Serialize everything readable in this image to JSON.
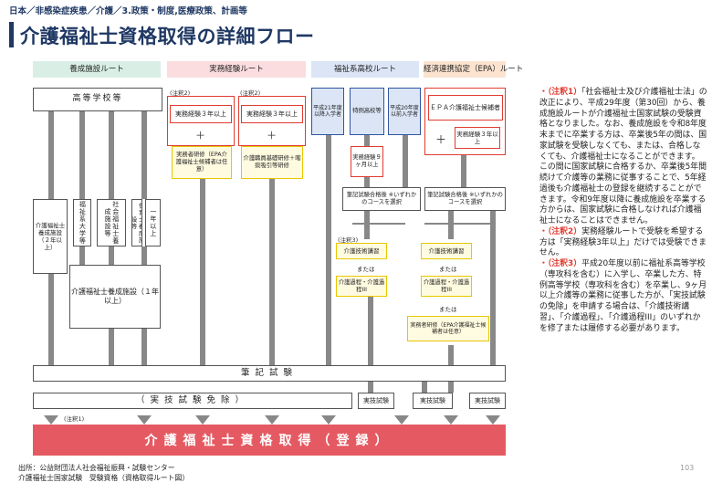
{
  "breadcrumb": "日本／非感染症疾患／介護／3.政策・制度,医療政策、計画等",
  "page_title": "介護福祉士資格取得の詳細フロー",
  "colors": {
    "title": "#1f3864",
    "accent_red": "#e03c31",
    "final_bar": "#e55a62",
    "route_green": "#d9efe6",
    "route_pink": "#fbdde0",
    "route_blue": "#dbe5f5",
    "route_peach": "#fbe3cf"
  },
  "routes": [
    "養成施設ルート",
    "実務経験ルート",
    "福祉系高校ルート",
    "経済連携協定（EPA）ルート"
  ],
  "diagram": {
    "high_school": "高等学校等",
    "note2_a": "(注釈2)",
    "note2_b": "(注釈2)",
    "exp3_a": "実務経験３年以上",
    "exp3_b": "実務経験３年以上",
    "plus_a": "＋",
    "plus_b": "＋",
    "training_a": "実務者研修（EPA介護福祉士候補者は任意）",
    "training_b": "介護職員基礎研修＋喀痰吸引等研修",
    "fukushi1": "平成21年度以降入学者",
    "fukushi2": "特例高校等",
    "fukushi3": "平成20年度以前入学者",
    "epa_candidate": "ＥＰＡ介護福祉士候補者",
    "epa_plus": "＋",
    "epa_exp": "実務経験３年以上",
    "exp9": "実務経験９ヶ月以上",
    "written_exempt1": "筆記試験合格後 ※いずれかのコースを選択",
    "written_exempt2": "筆記試験合格後 ※いずれかのコースを選択",
    "course1": "介護技術講習",
    "course2": "介護技術講習",
    "or1": "または",
    "or2": "または",
    "course3": "介護過程・介護過程III",
    "course4": "介護過程・介護過程III",
    "or3": "または",
    "course5": "実務者研修（EPA介護福祉士候補者は任意）",
    "note3": "(注釈3)",
    "col1": "介護福祉士養成施設（２年以上）",
    "col2": "福祉系大学等",
    "col3": "社会福祉士養成施設等",
    "col4": "保育士養成施設等",
    "col5": "一年以上",
    "col6": "介護福祉士養成施設（１年以上）",
    "written_exam": "筆記試験",
    "practical_exempt": "（実技試験免除）",
    "practical1": "実技試験",
    "practical2": "実技試験",
    "practical3": "実技試験",
    "note1": "(注釈1)",
    "final": "介護福祉士資格取得（登録）"
  },
  "notes": [
    {
      "head": "・（注釈1）",
      "text": "「社会福祉士及び介護福祉士法」の改正により、平成29年度（第30回）から、養成施設ルートが介護福祉士国家試験の受験資格となりました。なお、養成施設を令和8年度末までに卒業する方は、卒業後5年の間は、国家試験を受験しなくても、または、合格しなくても、介護福祉士になることができます。この間に国家試験に合格するか、卒業後5年間続けて介護等の業務に従事することで、5年経過後も介護福祉士の登録を継続することができます。令和9年度以降に養成施設を卒業する方からは、国家試験に合格しなければ介護福祉士になることはできません。"
    },
    {
      "head": "・（注釈2）",
      "text": "実務経験ルートで受験を希望する方は「実務経験3年以上」だけでは受験できません。"
    },
    {
      "head": "・（注釈3）",
      "text": "平成20年度以前に福祉系高等学校（専攻科を含む）に入学し、卒業した方、特例高等学校（専攻科を含む）を卒業し、9ヶ月以上介護等の業務に従事した方が、「実技試験の免除」を申請する場合は、「介護技術講習」、「介護過程」、「介護過程III」のいずれかを修了または履修する必要があります。"
    }
  ],
  "source": {
    "line1": "出所：公益財団法人社会福祉振興・試験センター",
    "line2": "介護福祉士国家試験　受験資格（資格取得ルート図）"
  },
  "page_number": "103"
}
